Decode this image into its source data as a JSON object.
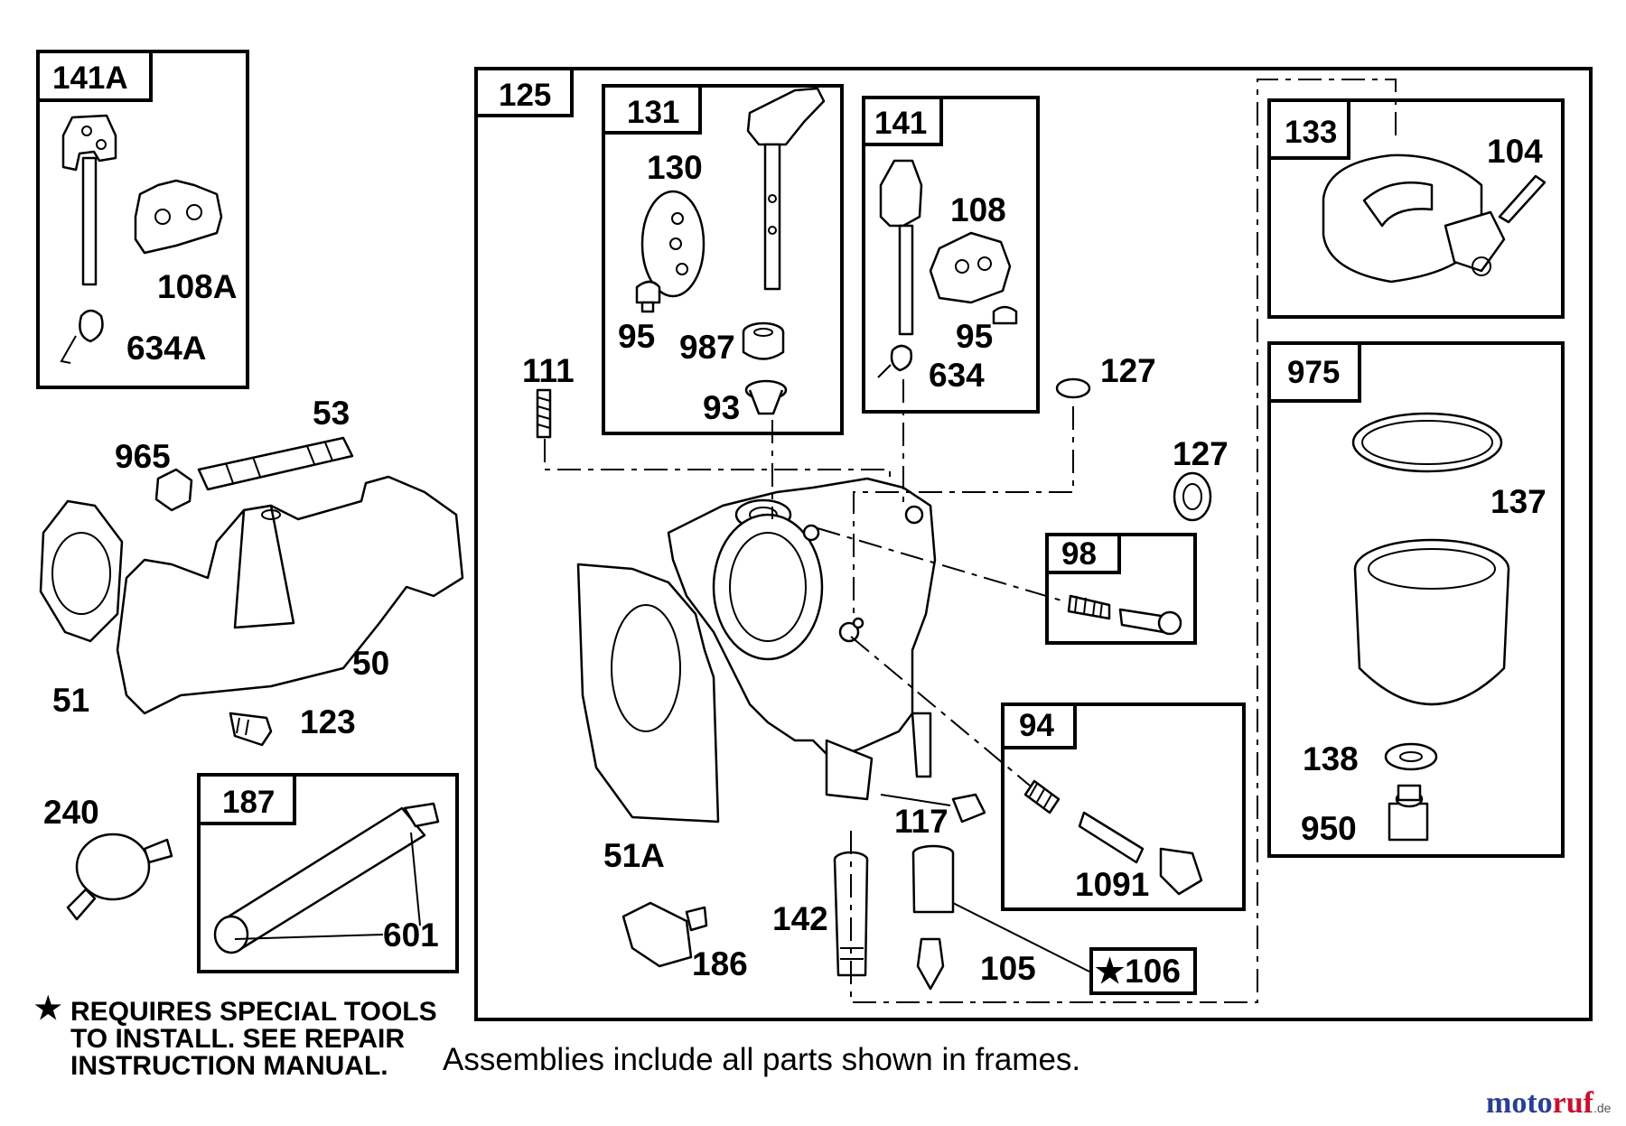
{
  "labels": {
    "l141a": "141A",
    "l108a": "108A",
    "l634a": "634A",
    "l125": "125",
    "l131": "131",
    "l130": "130",
    "l95a": "95",
    "l987": "987",
    "l93": "93",
    "l141": "141",
    "l108": "108",
    "l95b": "95",
    "l634": "634",
    "l133": "133",
    "l104": "104",
    "l111": "111",
    "l127a": "127",
    "l127b": "127",
    "l975": "975",
    "l137": "137",
    "l138": "138",
    "l950": "950",
    "l53": "53",
    "l965": "965",
    "l50": "50",
    "l51": "51",
    "l123": "123",
    "l98": "98",
    "l94": "94",
    "l1091": "1091",
    "l240": "240",
    "l187": "187",
    "l601": "601",
    "l51a": "51A",
    "l117": "117",
    "l142": "142",
    "l186": "186",
    "l105": "105",
    "l106": "★106"
  },
  "note": {
    "star": "★",
    "line1": "REQUIRES SPECIAL TOOLS",
    "line2": "TO INSTALL.  SEE REPAIR",
    "line3": "INSTRUCTION MANUAL."
  },
  "caption": "Assemblies include all parts shown in frames.",
  "watermark": {
    "part1": "moto",
    "part2": "ruf",
    "suffix": ".de",
    "color_primary": "#2a3f8f",
    "color_accent": "#c8102e"
  }
}
